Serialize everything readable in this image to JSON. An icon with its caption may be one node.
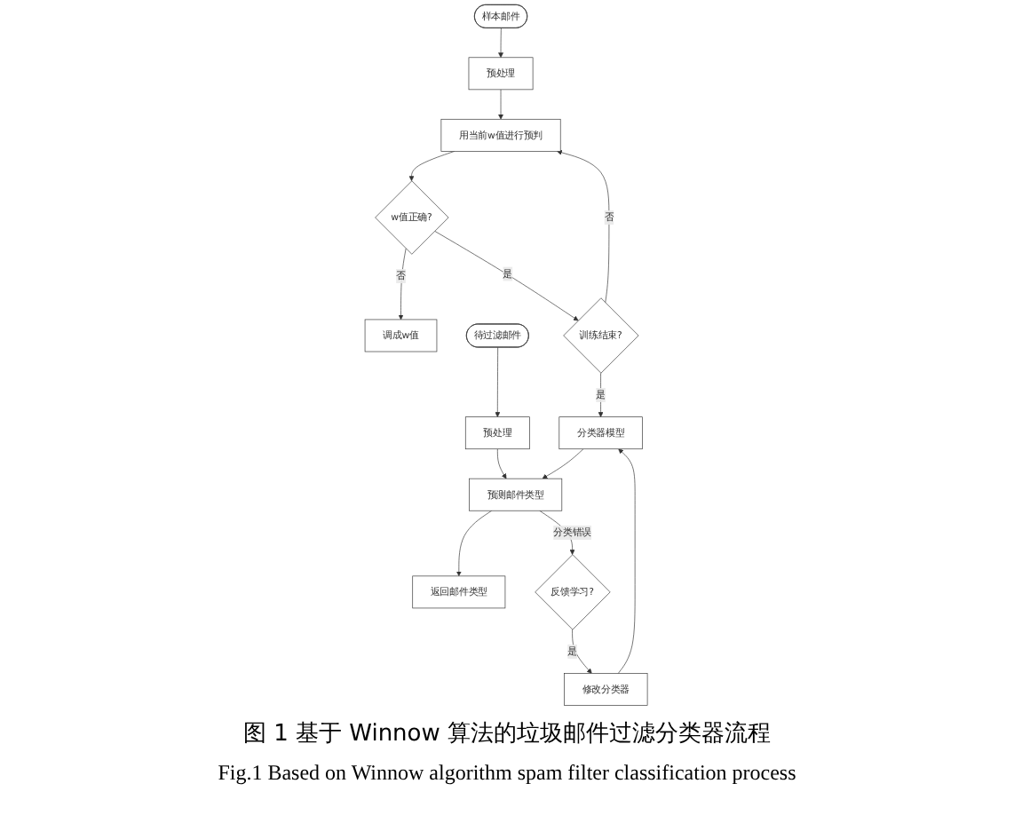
{
  "diagram": {
    "caption": "图 1 基于 Winnow 算法的垃圾邮件过滤分类器流程",
    "nodes": [
      {
        "text": [
          "样本邮件"
        ]
      },
      {
        "text": [
          "预处理"
        ]
      },
      {
        "text": [
          "用当前w值进行预判"
        ]
      },
      {
        "text": [
          "w值正确?"
        ]
      },
      {
        "text": [
          "调成w值"
        ]
      },
      {
        "text": [
          "训练结束?"
        ]
      },
      {
        "text": [
          "待过滤邮件"
        ]
      },
      {
        "text": [
          "预处理"
        ]
      },
      {
        "text": [
          "预测邮件类型"
        ]
      },
      {
        "text": [
          "返回邮件类型"
        ]
      },
      {
        "text": [
          "反馈学习?"
        ]
      },
      {
        "text": [
          "修改分类器"
        ]
      },
      {
        "text": [
          "分类器模型"
        ]
      }
    ],
    "edges": [
      {
        "from": 0,
        "to": 1,
        "arrow": "to"
      },
      {
        "from": 1,
        "to": 2,
        "arrow": "to"
      },
      {
        "from": 2,
        "to": 3,
        "arrow": "to"
      },
      {
        "from": 3,
        "to": 5,
        "label": "是",
        "arrow": "to"
      },
      {
        "from": 3,
        "to": 4,
        "label": "否",
        "arrow": "to"
      },
      {
        "from": 5,
        "to": 2,
        "label": "否",
        "arrow": "to"
      },
      {
        "from": 5,
        "to": 12,
        "label": "是",
        "arrow": "to"
      },
      {
        "from": 6,
        "to": 7,
        "arrow": "to"
      },
      {
        "from": 7,
        "to": 8,
        "arrow": "to"
      },
      {
        "from": 8,
        "to": 9,
        "arrow": "to"
      },
      {
        "from": 8,
        "to": 10,
        "label": "分类错误",
        "arrow": "to"
      },
      {
        "from": 10,
        "to": 11,
        "label": "是",
        "arrow": "to"
      },
      {
        "from": 11,
        "to": 12,
        "arrow": "to"
      },
      {
        "from": 12,
        "to": 8,
        "arrow": "to"
      }
    ],
    "labels": [
      "Fig.1 Based on Winnow algorithm spam filter classification process"
    ]
  }
}
